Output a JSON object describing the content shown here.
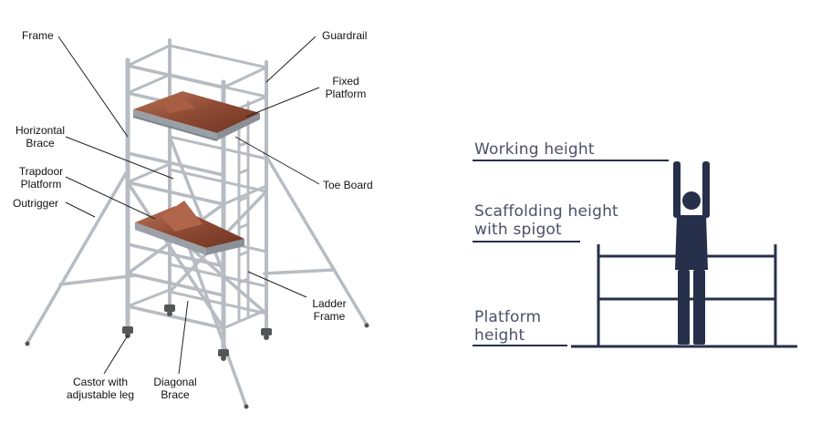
{
  "left_diagram": {
    "labels": {
      "frame": "Frame",
      "guardrail": "Guardrail",
      "fixed_platform": "Fixed\nPlatform",
      "horizontal_brace": "Horizontal\nBrace",
      "toe_board": "Toe Board",
      "trapdoor_platform": "Trapdoor\nPlatform",
      "outrigger": "Outrigger",
      "ladder_frame": "Ladder\nFrame",
      "castor": "Castor with\nadjustable leg",
      "diagonal_brace": "Diagonal\nBrace"
    }
  },
  "right_diagram": {
    "labels": {
      "working_height": "Working height",
      "scaffolding_height": "Scaffolding height\nwith spigot",
      "platform_height": "Platform\nheight"
    },
    "colors": {
      "figure": "#27304a",
      "text": "#4a5068"
    }
  }
}
